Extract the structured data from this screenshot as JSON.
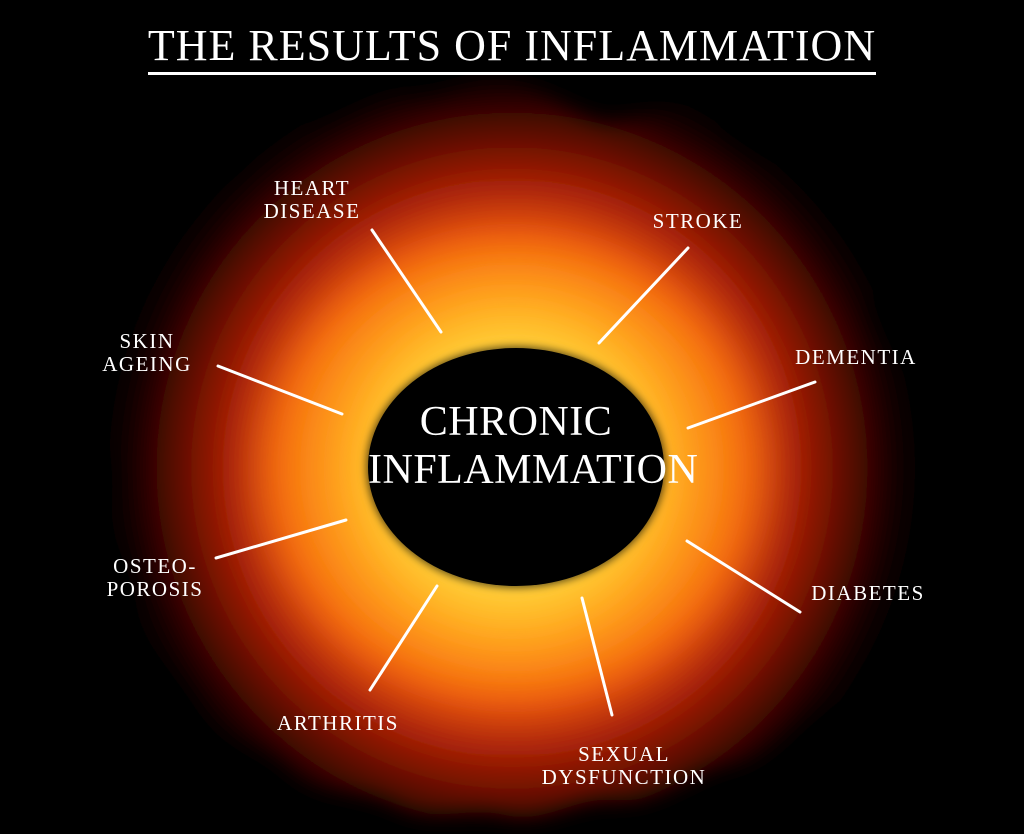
{
  "title": "THE RESULTS OF INFLAMMATION",
  "center": {
    "line1": "CHRONIC",
    "line2": "INFLAMMATION"
  },
  "outcomes": {
    "heart_disease": {
      "line1": "HEART",
      "line2": "DISEASE"
    },
    "stroke": {
      "line1": "STROKE"
    },
    "skin_ageing": {
      "line1": "SKIN",
      "line2": "AGEING"
    },
    "dementia": {
      "line1": "DEMENTIA"
    },
    "osteoporosis": {
      "line1": "OSTEO-",
      "line2": "POROSIS"
    },
    "diabetes": {
      "line1": "DIABETES"
    },
    "arthritis": {
      "line1": "ARTHRITIS"
    },
    "sexual_dysfunction": {
      "line1": "SEXUAL",
      "line2": "DYSFUNCTION"
    }
  },
  "colors": {
    "background": "#000000",
    "fire_core": "#ffd23a",
    "fire_mid": "#ff7a10",
    "fire_outer": "#b01e06",
    "text": "#ffffff"
  }
}
